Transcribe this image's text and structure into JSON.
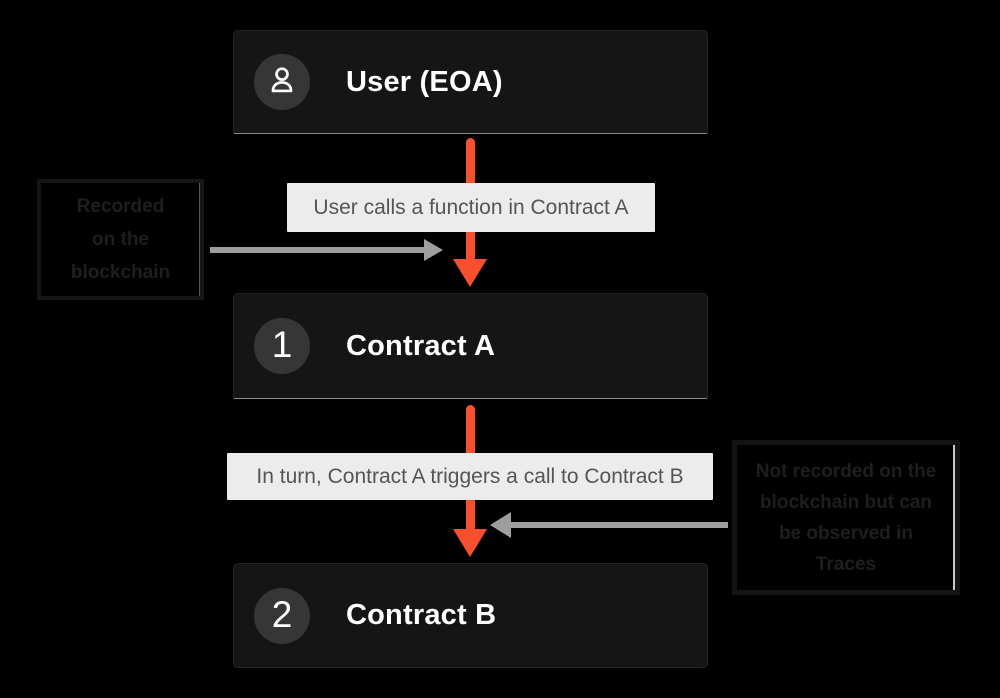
{
  "diagram": {
    "title_context": "Contract call flow: User (EOA) to Contract A to Contract B",
    "colors": {
      "background": "#000000",
      "node_bg": "#151515",
      "node_text": "#ffffff",
      "badge_circle": "#363636",
      "accent_orange": "#f8502f",
      "annotation_arrow_gray": "#9e9e9e",
      "label_bg": "#ececec",
      "label_text": "#555555",
      "note_text": "#1e1e1e",
      "note_border": "#161616",
      "node_divider": "#8a8a8a"
    },
    "nodes": [
      {
        "id": "user",
        "title": "User (EOA)",
        "badge": {
          "type": "icon",
          "icon": "person-icon"
        }
      },
      {
        "id": "contract-a",
        "title": "Contract A",
        "badge": {
          "type": "number",
          "text": "1"
        }
      },
      {
        "id": "contract-b",
        "title": "Contract B",
        "badge": {
          "type": "number",
          "text": "2"
        }
      }
    ],
    "flow_labels": [
      {
        "text": "User calls a function in Contract A"
      },
      {
        "text": "In turn, Contract A triggers a call to Contract B"
      }
    ],
    "annotations": [
      {
        "side": "left",
        "text": "Recorded on the blockchain",
        "lines": [
          "Recorded",
          "on the",
          "blockchain"
        ],
        "arrow_direction": "right"
      },
      {
        "side": "right",
        "text": "Not recorded on the blockchain but can be observed in Traces",
        "lines": [
          "Not recorded on the",
          "blockchain but can",
          "be observed in",
          "Traces"
        ],
        "arrow_direction": "left"
      }
    ]
  }
}
